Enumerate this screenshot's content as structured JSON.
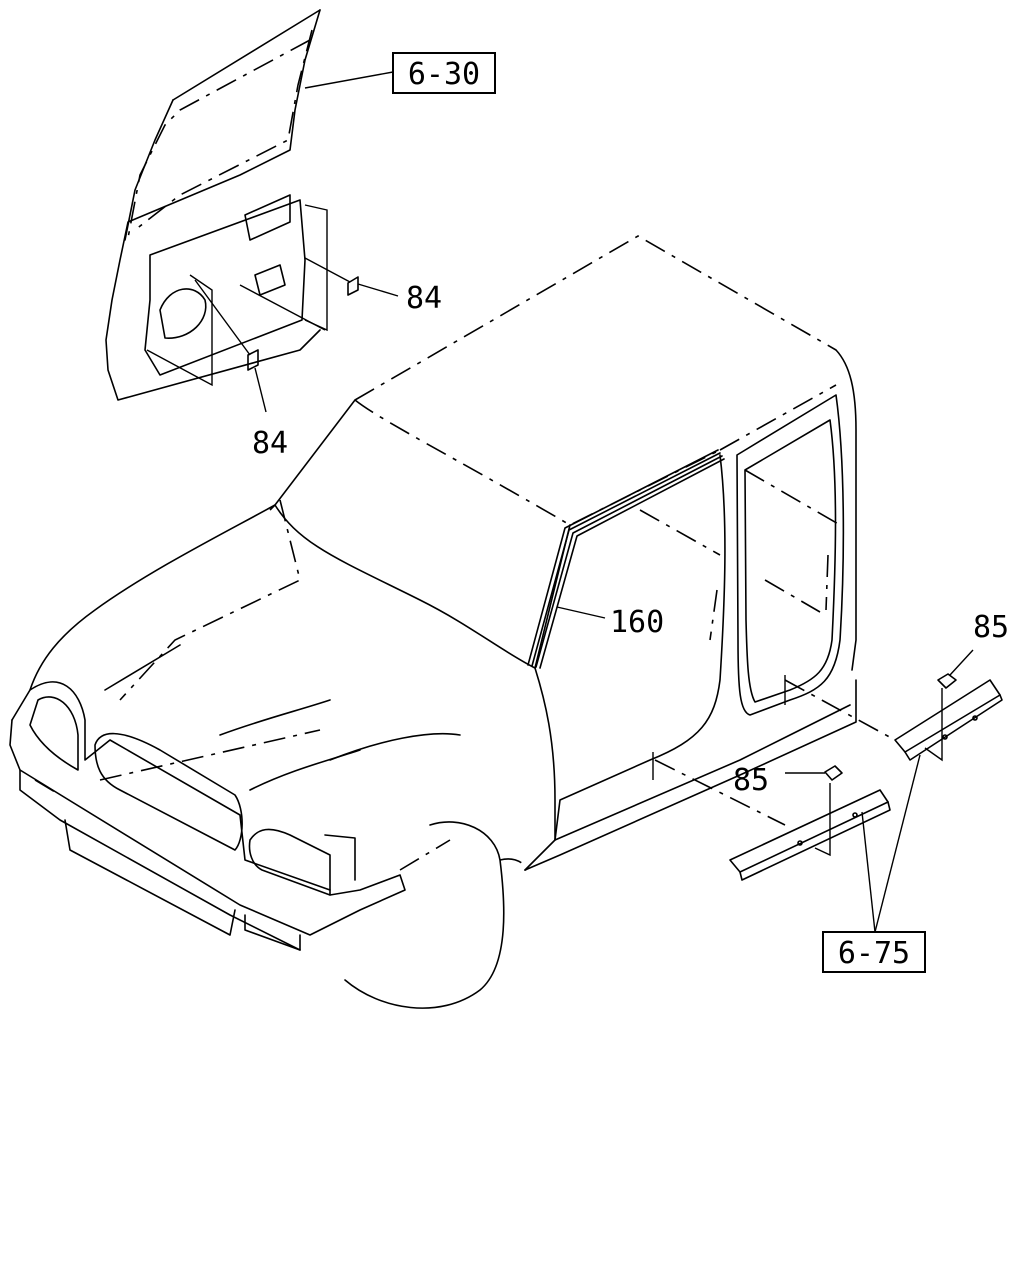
{
  "callouts": {
    "ref_door": "6-30",
    "ref_sill": "6-75",
    "part_84_upper": "84",
    "part_84_lower": "84",
    "part_160": "160",
    "part_85_right": "85",
    "part_85_left": "85"
  }
}
